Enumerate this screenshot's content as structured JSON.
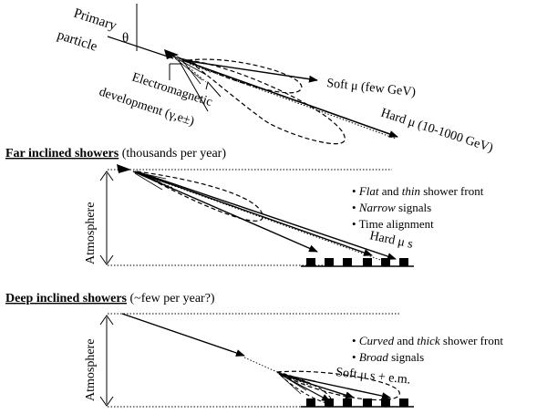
{
  "top": {
    "primary_line1": "Primary",
    "primary_line2": "particle",
    "theta": "θ",
    "soft_mu": "Soft μ (few GeV)",
    "em_line1": "Electromagnetic",
    "em_line2": "development (γ,e±)",
    "hard_mu": "Hard μ (10-1000 GeV)"
  },
  "far": {
    "heading": "Far inclined showers",
    "heading_note": " (thousands per year)",
    "atmosphere": "Atmosphere",
    "hard_mu": "Hard μ s",
    "bullets": [
      {
        "em": "Flat",
        "mid": " and ",
        "em2": "thin",
        "rest": " shower front"
      },
      {
        "em": "Narrow",
        "mid": " signals",
        "em2": "",
        "rest": ""
      },
      {
        "em": "",
        "mid": "Time alignment",
        "em2": "",
        "rest": ""
      }
    ]
  },
  "deep": {
    "heading": "Deep inclined showers",
    "heading_note": " (~few per year?)",
    "atmosphere": "Atmosphere",
    "soft_mu": "Soft μ s + e.m.",
    "bullets": [
      {
        "em": "Curved",
        "mid": " and ",
        "em2": "thick",
        "rest": " shower front"
      },
      {
        "em": "Broad",
        "mid": " signals",
        "em2": "",
        "rest": ""
      }
    ]
  }
}
